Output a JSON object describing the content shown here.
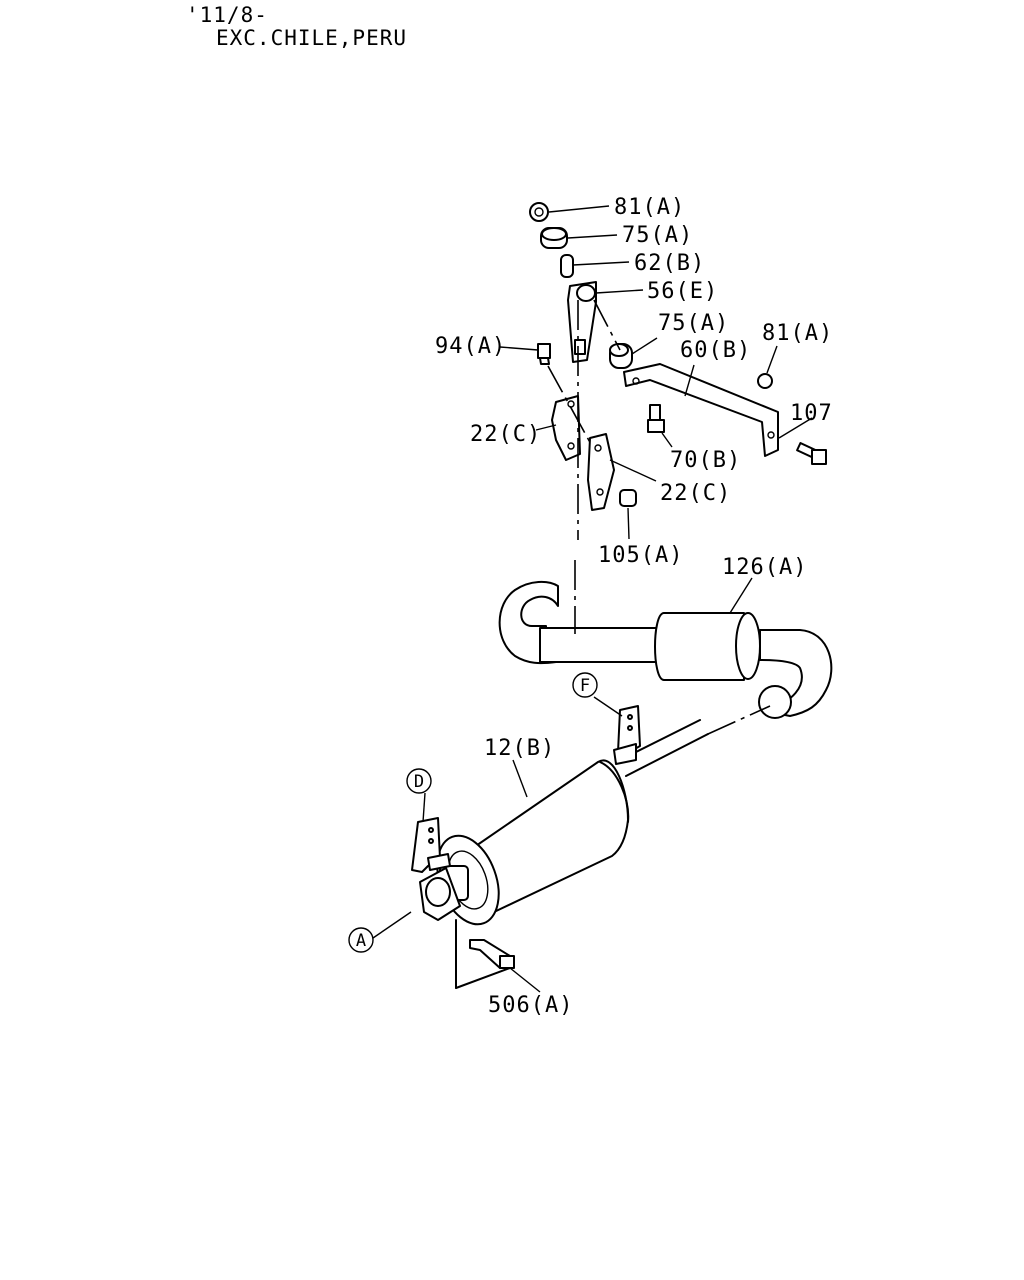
{
  "header": {
    "line1": "'11/8-",
    "line2": "EXC.CHILE,PERU"
  },
  "callouts": {
    "a": "A",
    "d": "D",
    "f": "F"
  },
  "parts": {
    "p81a_top": "81(A)",
    "p75a_top": "75(A)",
    "p62b": "62(B)",
    "p56e": "56(E)",
    "p75a_mid": "75(A)",
    "p81a_right": "81(A)",
    "p60b": "60(B)",
    "p94a": "94(A)",
    "p107": "107",
    "p22c_left": "22(C)",
    "p70b": "70(B)",
    "p22c_right": "22(C)",
    "p105a": "105(A)",
    "p126a": "126(A)",
    "p12b": "12(B)",
    "p506a": "506(A)"
  }
}
